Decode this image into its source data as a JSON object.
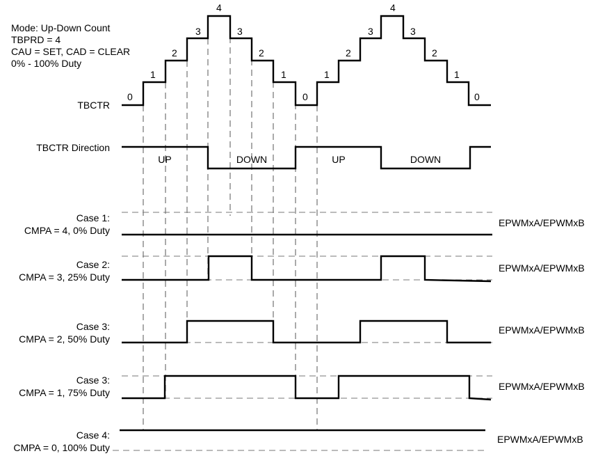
{
  "mode_notes": {
    "line1": "Mode: Up-Down Count",
    "line2": "TBPRD = 4",
    "line3": "CAU = SET, CAD = CLEAR",
    "line4": "0% - 100% Duty"
  },
  "counter": {
    "label": "TBCTR",
    "values": [
      "0",
      "1",
      "2",
      "3",
      "4",
      "3",
      "2",
      "1",
      "0",
      "1",
      "2",
      "3",
      "4",
      "3",
      "2",
      "1",
      "0"
    ]
  },
  "direction": {
    "label": "TBCTR Direction",
    "phases": [
      "UP",
      "DOWN",
      "UP",
      "DOWN"
    ]
  },
  "cases": [
    {
      "title": "Case 1:",
      "detail": "CMPA = 4,  0% Duty",
      "output": "EPWMxA/EPWMxB"
    },
    {
      "title": "Case 2:",
      "detail": "CMPA = 3, 25% Duty",
      "output": "EPWMxA/EPWMxB"
    },
    {
      "title": "Case 3:",
      "detail": "CMPA = 2, 50% Duty",
      "output": "EPWMxA/EPWMxB"
    },
    {
      "title": "Case 3:",
      "detail": "CMPA = 1, 75% Duty",
      "output": "EPWMxA/EPWMxB"
    },
    {
      "title": "Case 4:",
      "detail": "CMPA = 0, 100% Duty",
      "output": "EPWMxA/EPWMxB"
    }
  ]
}
